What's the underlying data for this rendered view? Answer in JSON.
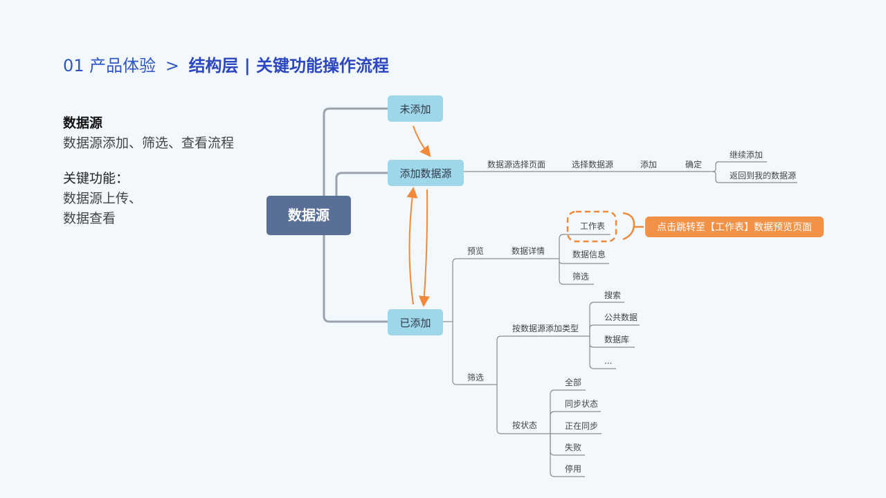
{
  "header": {
    "prefix": "01 产品体验",
    "separator": ">",
    "title": "结构层 | 关键功能操作流程"
  },
  "sidebar": {
    "heading": "数据源",
    "description": "数据源添加、筛选、查看流程",
    "key_label": "关键功能：",
    "key_items": [
      "数据源上传、",
      "数据查看"
    ]
  },
  "diagram": {
    "root": "数据源",
    "states": {
      "not_added": "未添加",
      "add": "添加数据源",
      "added": "已添加"
    },
    "add_flow": [
      "数据源选择页面",
      "选择数据源",
      "添加",
      "确定"
    ],
    "confirm_options": [
      "继续添加",
      "返回到我的数据源"
    ],
    "preview": {
      "label": "预览",
      "detail": "数据详情",
      "children": [
        "工作表",
        "数据信息",
        "筛选"
      ]
    },
    "callout": "点击跳转至【工作表】数据预览页面",
    "filter": {
      "label": "筛选",
      "by_type": {
        "label": "按数据源添加类型",
        "children": [
          "搜索",
          "公共数据",
          "数据库",
          "..."
        ]
      },
      "by_status": {
        "label": "按状态",
        "children": [
          "全部",
          "同步状态",
          "正在同步",
          "失败",
          "停用"
        ]
      }
    },
    "colors": {
      "root": "#5a6f96",
      "state": "#9fd7ea",
      "line": "#8a8a8a",
      "trunk": "#9aa3ad",
      "arrow": "#f08a3a",
      "callout": "#f39147"
    }
  }
}
